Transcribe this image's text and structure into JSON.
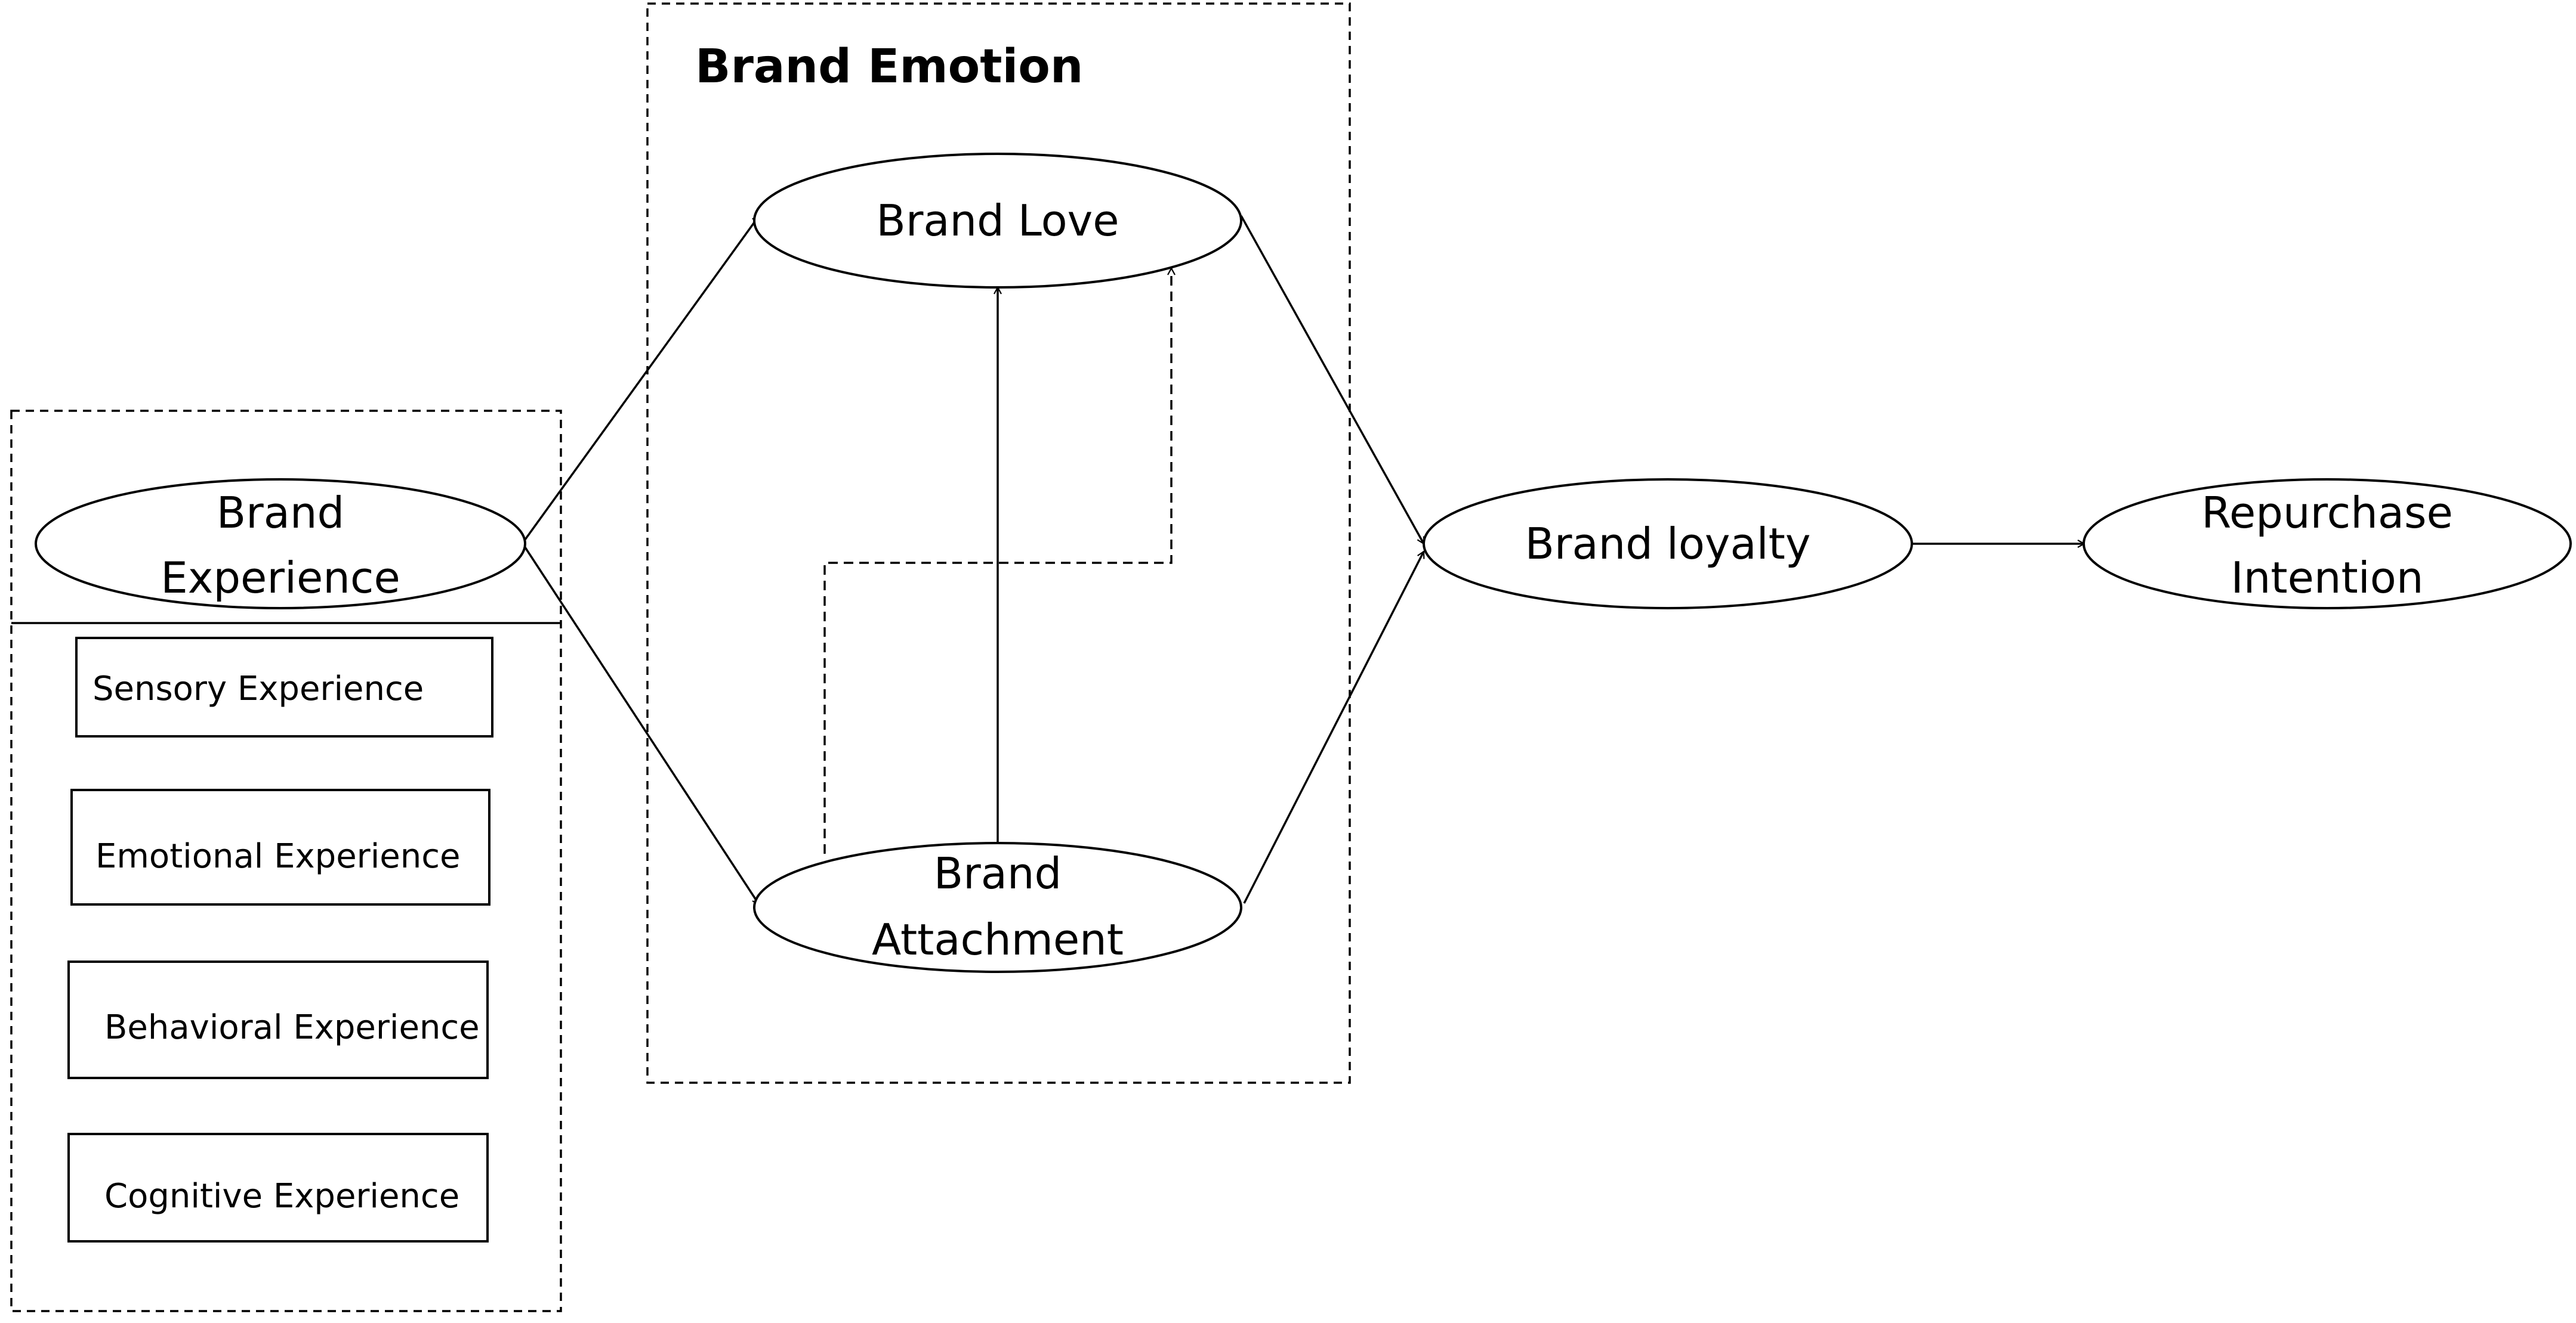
{
  "diagram": {
    "group_brand_emotion_title": "Brand Emotion",
    "brand_experience": [
      "Brand",
      "Experience"
    ],
    "brand_love": "Brand Love",
    "brand_attachment": [
      "Brand",
      "Attachment"
    ],
    "brand_loyalty": "Brand loyalty",
    "repurchase_intention": [
      "Repurchase",
      "Intention"
    ],
    "experience_dimensions": [
      "Sensory Experience",
      "Emotional Experience",
      "Behavioral Experience",
      "Cognitive Experience"
    ]
  }
}
